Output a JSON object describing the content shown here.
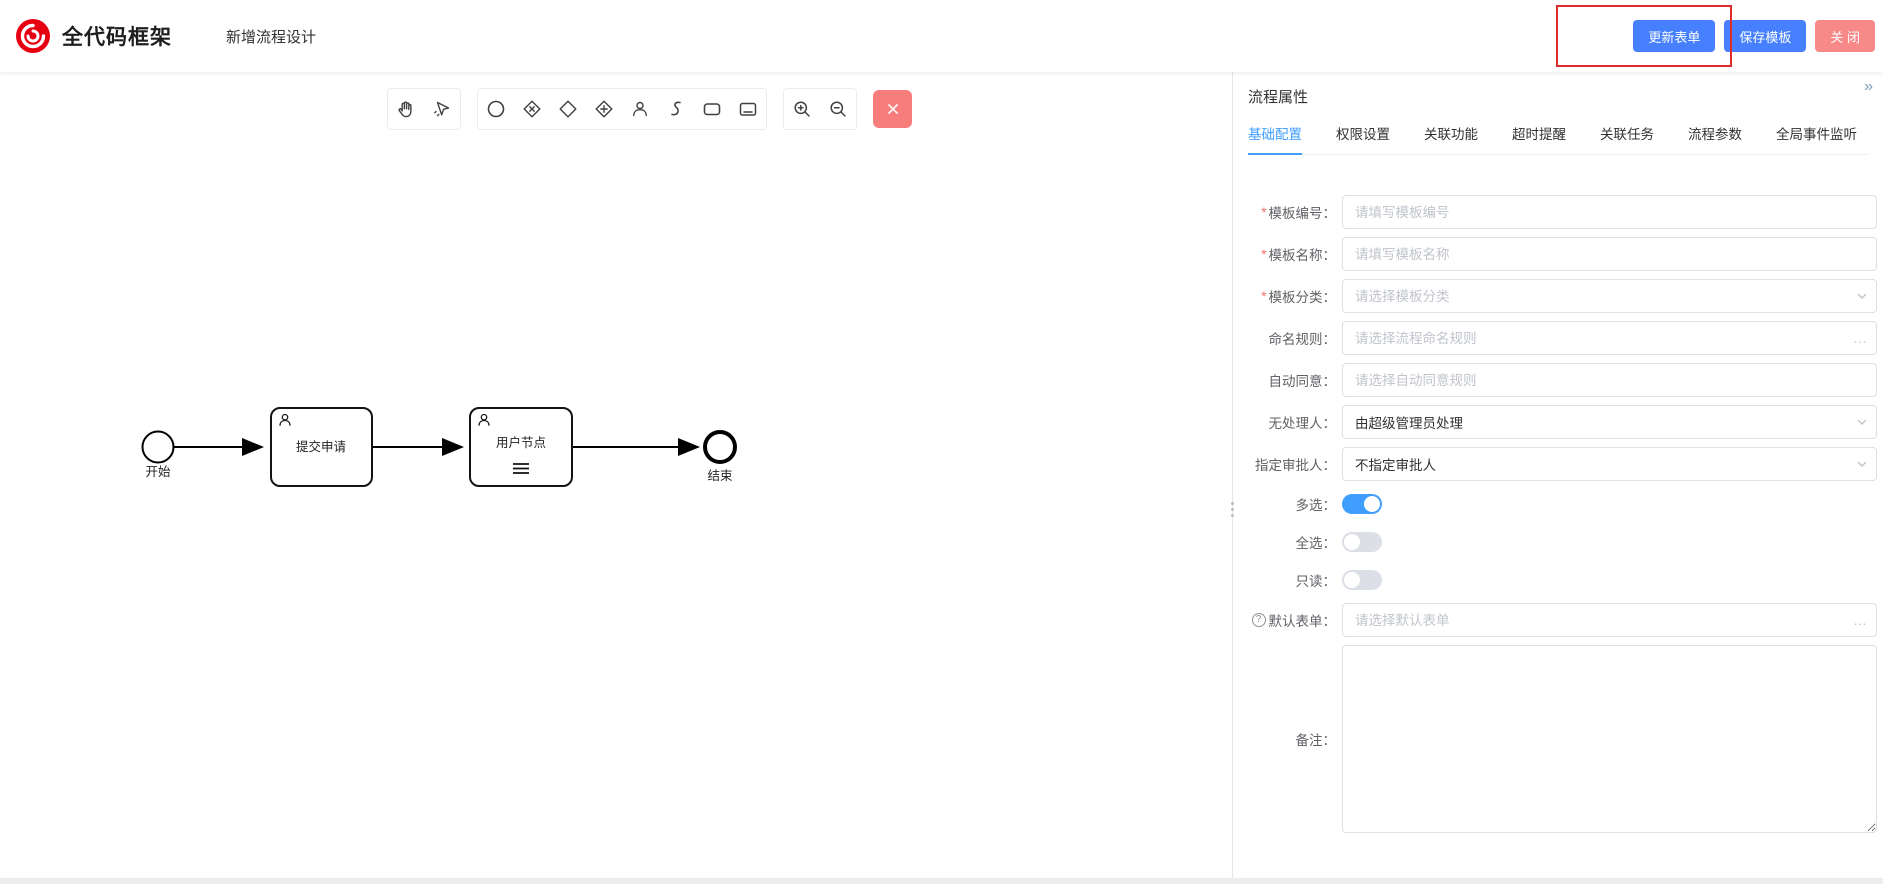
{
  "header": {
    "brand": "全代码框架",
    "page_title": "新增流程设计",
    "update_form_button": "更新表单",
    "save_template_button": "保存模板",
    "close_button": "关 闭"
  },
  "canvas": {
    "flow": {
      "start_label": "开始",
      "task1_label": "提交申请",
      "task2_label": "用户节点",
      "end_label": "结束"
    }
  },
  "panel": {
    "title": "流程属性",
    "collapse_icon": "»",
    "required_mark": "*",
    "help_glyph": "?",
    "ellipsis_glyph": "…",
    "tabs": [
      "基础配置",
      "权限设置",
      "关联功能",
      "超时提醒",
      "关联任务",
      "流程参数",
      "全局事件监听"
    ],
    "active_tab": "基础配置",
    "fields": {
      "template_code": {
        "label": "模板编号：",
        "required": true,
        "placeholder": "请填写模板编号"
      },
      "template_name": {
        "label": "模板名称：",
        "required": true,
        "placeholder": "请填写模板名称"
      },
      "template_category": {
        "label": "模板分类：",
        "required": true,
        "placeholder": "请选择模板分类"
      },
      "naming_rule": {
        "label": "命名规则：",
        "required": false,
        "placeholder": "请选择流程命名规则"
      },
      "auto_agree": {
        "label": "自动同意：",
        "required": false,
        "placeholder": "请选择自动同意规则"
      },
      "no_handler": {
        "label": "无处理人：",
        "required": false,
        "value": "由超级管理员处理"
      },
      "assigned_approver": {
        "label": "指定审批人：",
        "required": false,
        "value": "不指定审批人"
      },
      "multi_select": {
        "label": "多选：",
        "state": "on"
      },
      "select_all": {
        "label": "全选：",
        "state": "off"
      },
      "readonly": {
        "label": "只读：",
        "state": "off"
      },
      "default_form": {
        "label": "默认表单：",
        "required": false,
        "placeholder": "请选择默认表单"
      },
      "remark": {
        "label": "备注：",
        "value": ""
      }
    }
  },
  "colors": {
    "primary_button": "#4680ff",
    "accent": "#409eff",
    "close_button": "#f78989",
    "toolbar_danger": "#f77c7c",
    "brand_logo": "#e60012",
    "annotation": "#e02b2b"
  }
}
